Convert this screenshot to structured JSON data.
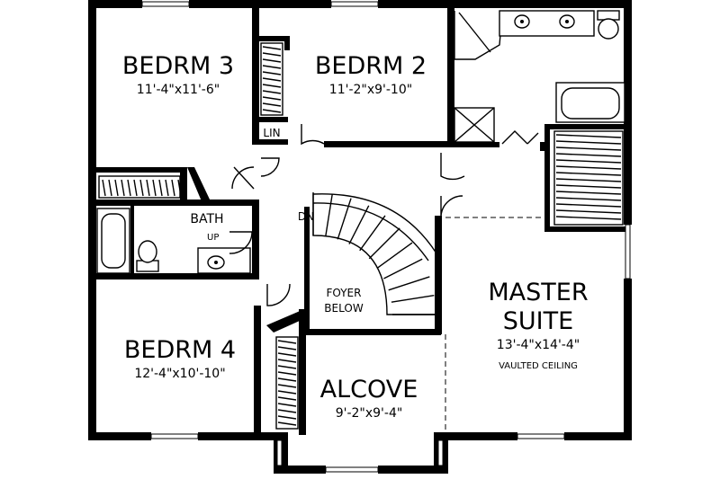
{
  "rooms": {
    "bedrm3": {
      "name": "BEDRM 3",
      "dims": "11'-4\"x11'-6\""
    },
    "bedrm2": {
      "name": "BEDRM 2",
      "dims": "11'-2\"x9'-10\""
    },
    "bedrm4": {
      "name": "BEDRM 4",
      "dims": "12'-4\"x10'-10\""
    },
    "alcove": {
      "name": "ALCOVE",
      "dims": "9'-2\"x9'-4\""
    },
    "master": {
      "name_line1": "MASTER",
      "name_line2": "SUITE",
      "dims": "13'-4\"x14'-4\"",
      "note": "VAULTED CEILING"
    },
    "bath": {
      "name": "BATH"
    },
    "foyer": {
      "line1": "FOYER",
      "line2": "BELOW"
    }
  },
  "labels": {
    "linen": "LIN",
    "stair_down": "DN",
    "up": "UP"
  }
}
